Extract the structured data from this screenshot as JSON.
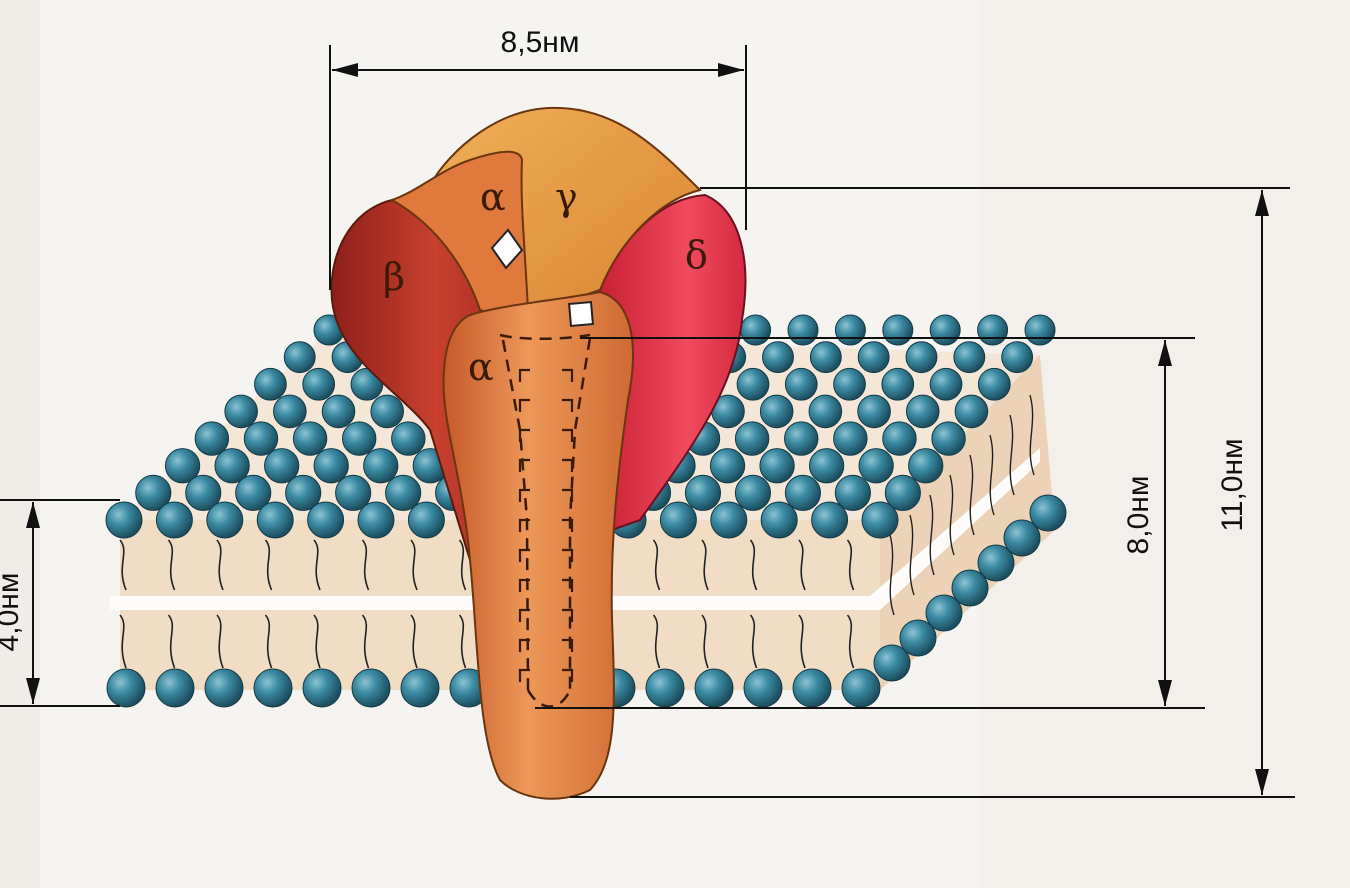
{
  "dimensions": {
    "width_label": "8,5нм",
    "total_height_label": "11,0нм",
    "membrane_span_label": "8,0нм",
    "bilayer_label": "4,0нм"
  },
  "subunits": {
    "alpha_top": "α",
    "gamma": "γ",
    "beta": "β",
    "delta": "δ",
    "alpha_front": "α"
  },
  "colors": {
    "alpha": "#e08a4a",
    "gamma": "#e7a048",
    "beta": "#b8322a",
    "delta": "#e8354a",
    "lipid_head": "#2f7a92",
    "lipid_tail": "#f0d8bd"
  }
}
